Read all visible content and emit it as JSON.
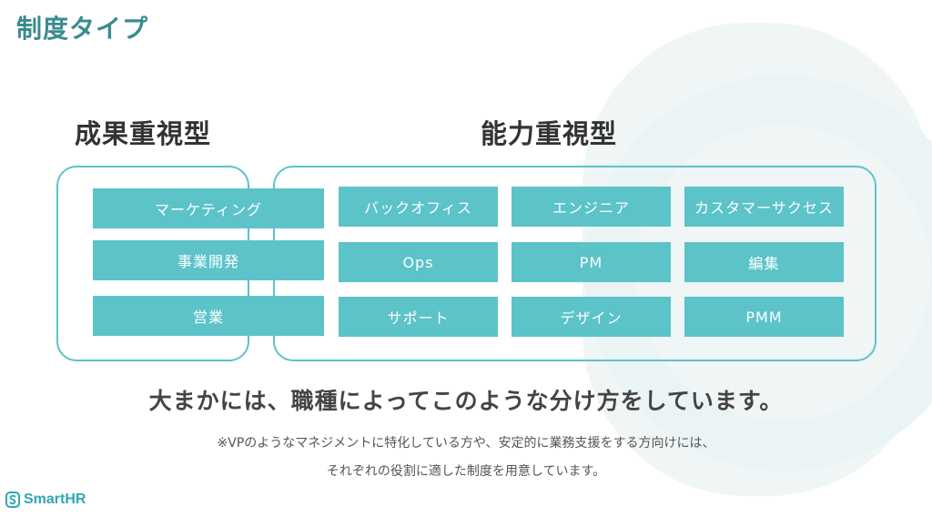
{
  "slide": {
    "title": "制度タイプ",
    "performance": {
      "heading": "成果重視型",
      "roles": [
        "マーケティング",
        "事業開発",
        "営業"
      ]
    },
    "ability": {
      "heading": "能力重視型",
      "roles": [
        [
          "バックオフィス",
          "エンジニア",
          "カスタマーサクセス"
        ],
        [
          "Ops",
          "PM",
          "編集"
        ],
        [
          "サポート",
          "デザイン",
          "PMM"
        ]
      ]
    },
    "description": "大まかには、職種によってこのような分け方をしています。",
    "note_line1": "※VPのようなマネジメントに特化している方や、安定的に業務支援をする方向けには、",
    "note_line2": "それぞれの役割に適した制度を用意しています。",
    "logo_text": "SmartHR"
  },
  "colors": {
    "accent": "#5cc3c9",
    "title": "#3b8b8f",
    "logo": "#2fa8b3",
    "text": "#333333"
  },
  "icons": {
    "logo": "smarthr-logo-icon"
  }
}
